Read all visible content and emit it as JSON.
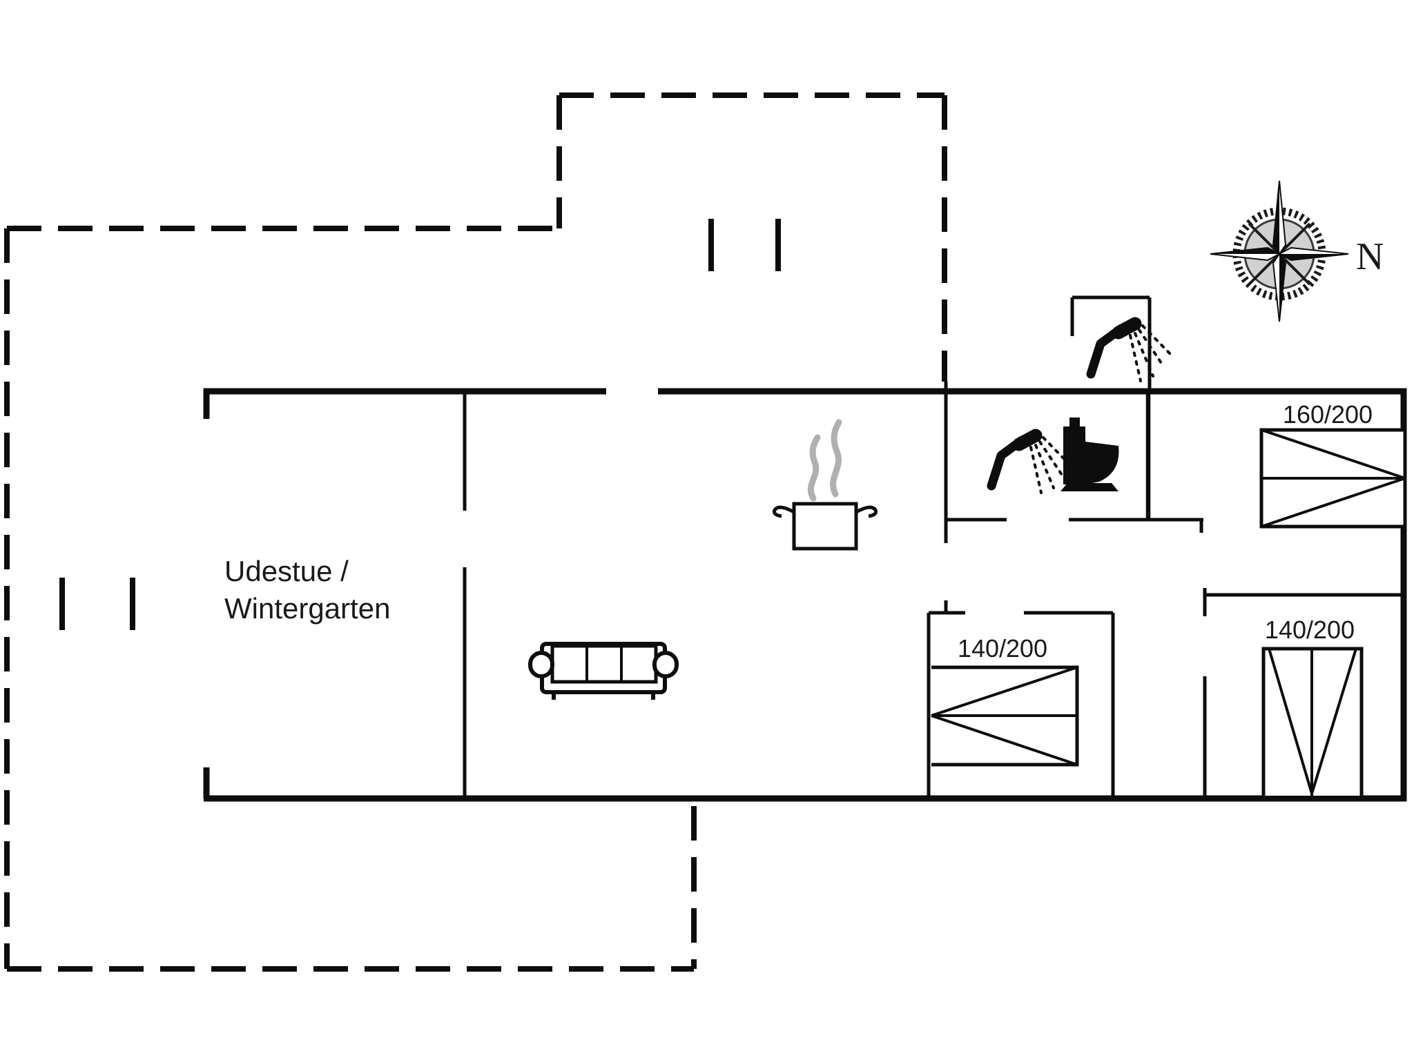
{
  "plan": {
    "sunroom": {
      "line1": "Udestue /",
      "line2": "Wintergarten"
    },
    "beds": [
      {
        "room": "bedroom-top-right",
        "size_label": "160/200"
      },
      {
        "room": "bedroom-middle",
        "size_label": "140/200"
      },
      {
        "room": "bedroom-bottom-right",
        "size_label": "140/200"
      }
    ],
    "compass": {
      "north_label": "N"
    },
    "icons": [
      "shower-icon (outdoor shower cubicle)",
      "shower-icon (bathroom)",
      "toilet-icon (bathroom)",
      "cooking-pot-icon (kitchen)",
      "sofa (living room)",
      "compass-rose"
    ],
    "colors": {
      "wall": "#0d0d0d",
      "steam": "#b0b0b0",
      "background": "#ffffff"
    }
  }
}
